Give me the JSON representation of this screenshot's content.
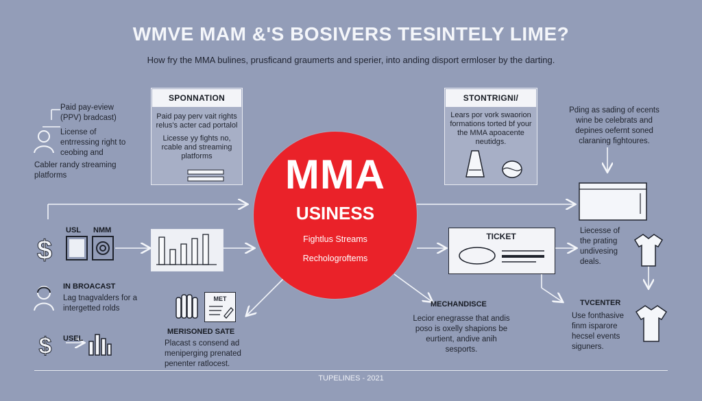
{
  "header": {
    "title": "WMVE MAM &'S BOSIVERS TESINTELY LIME?",
    "subtitle": "How fry the MMA bulines, prusficand graumerts and sperier, into anding disport ermloser by the darting."
  },
  "center": {
    "title": "MMA",
    "subtitle": "USINESS",
    "line1": "Fightlus Streams",
    "line2": "Rechologroftems"
  },
  "left": {
    "ppv": "Paid pay-eview (PPV) bradcast)",
    "license": "License of entrressing right to ceobing and",
    "cable": "Cabler randy streaming platforms",
    "usl": "USL",
    "nmm": "NMM",
    "in_broacast": "IN BROACAST",
    "lag": "Lag tnagvalders for a intergetted rolds",
    "usel": "USEL"
  },
  "sponsorship": {
    "heading": "SPONNATION",
    "line1": "Paid pay perv vait rights relus's acter cad portalol",
    "line2": "Licesse yy fights no, rcable and streaming platforms"
  },
  "merch": {
    "badge": "MET",
    "heading": "MERISONED SATE",
    "text": "Placast s consend ad meniperging prenated penenter ratlocest."
  },
  "streaming": {
    "heading": "STONTRIGNI/",
    "text": "Lears por vork swaorion formations torted bf your the MMA apoacente neutidgs."
  },
  "right": {
    "events": "Pding as sading of ecents wine be celebrats and depines oefernt soned claraning fightoures.",
    "tickets_text": "Liecesse of the prating undivesing deals.",
    "tvcenter": "TVCENTER",
    "tvcenter_text": "Use fonthasive finm isparore hecsel events siguners."
  },
  "ticket": {
    "heading": "TICKET"
  },
  "merchandise": {
    "heading": "MECHANDISCE",
    "text": "Lecior enegrasse that andis poso is oxelly shapions be eurtient, andive anih sesports."
  },
  "footer": {
    "text": "TUPELINES - 2021"
  },
  "colors": {
    "background": "#939db8",
    "accent": "#ea2229"
  }
}
